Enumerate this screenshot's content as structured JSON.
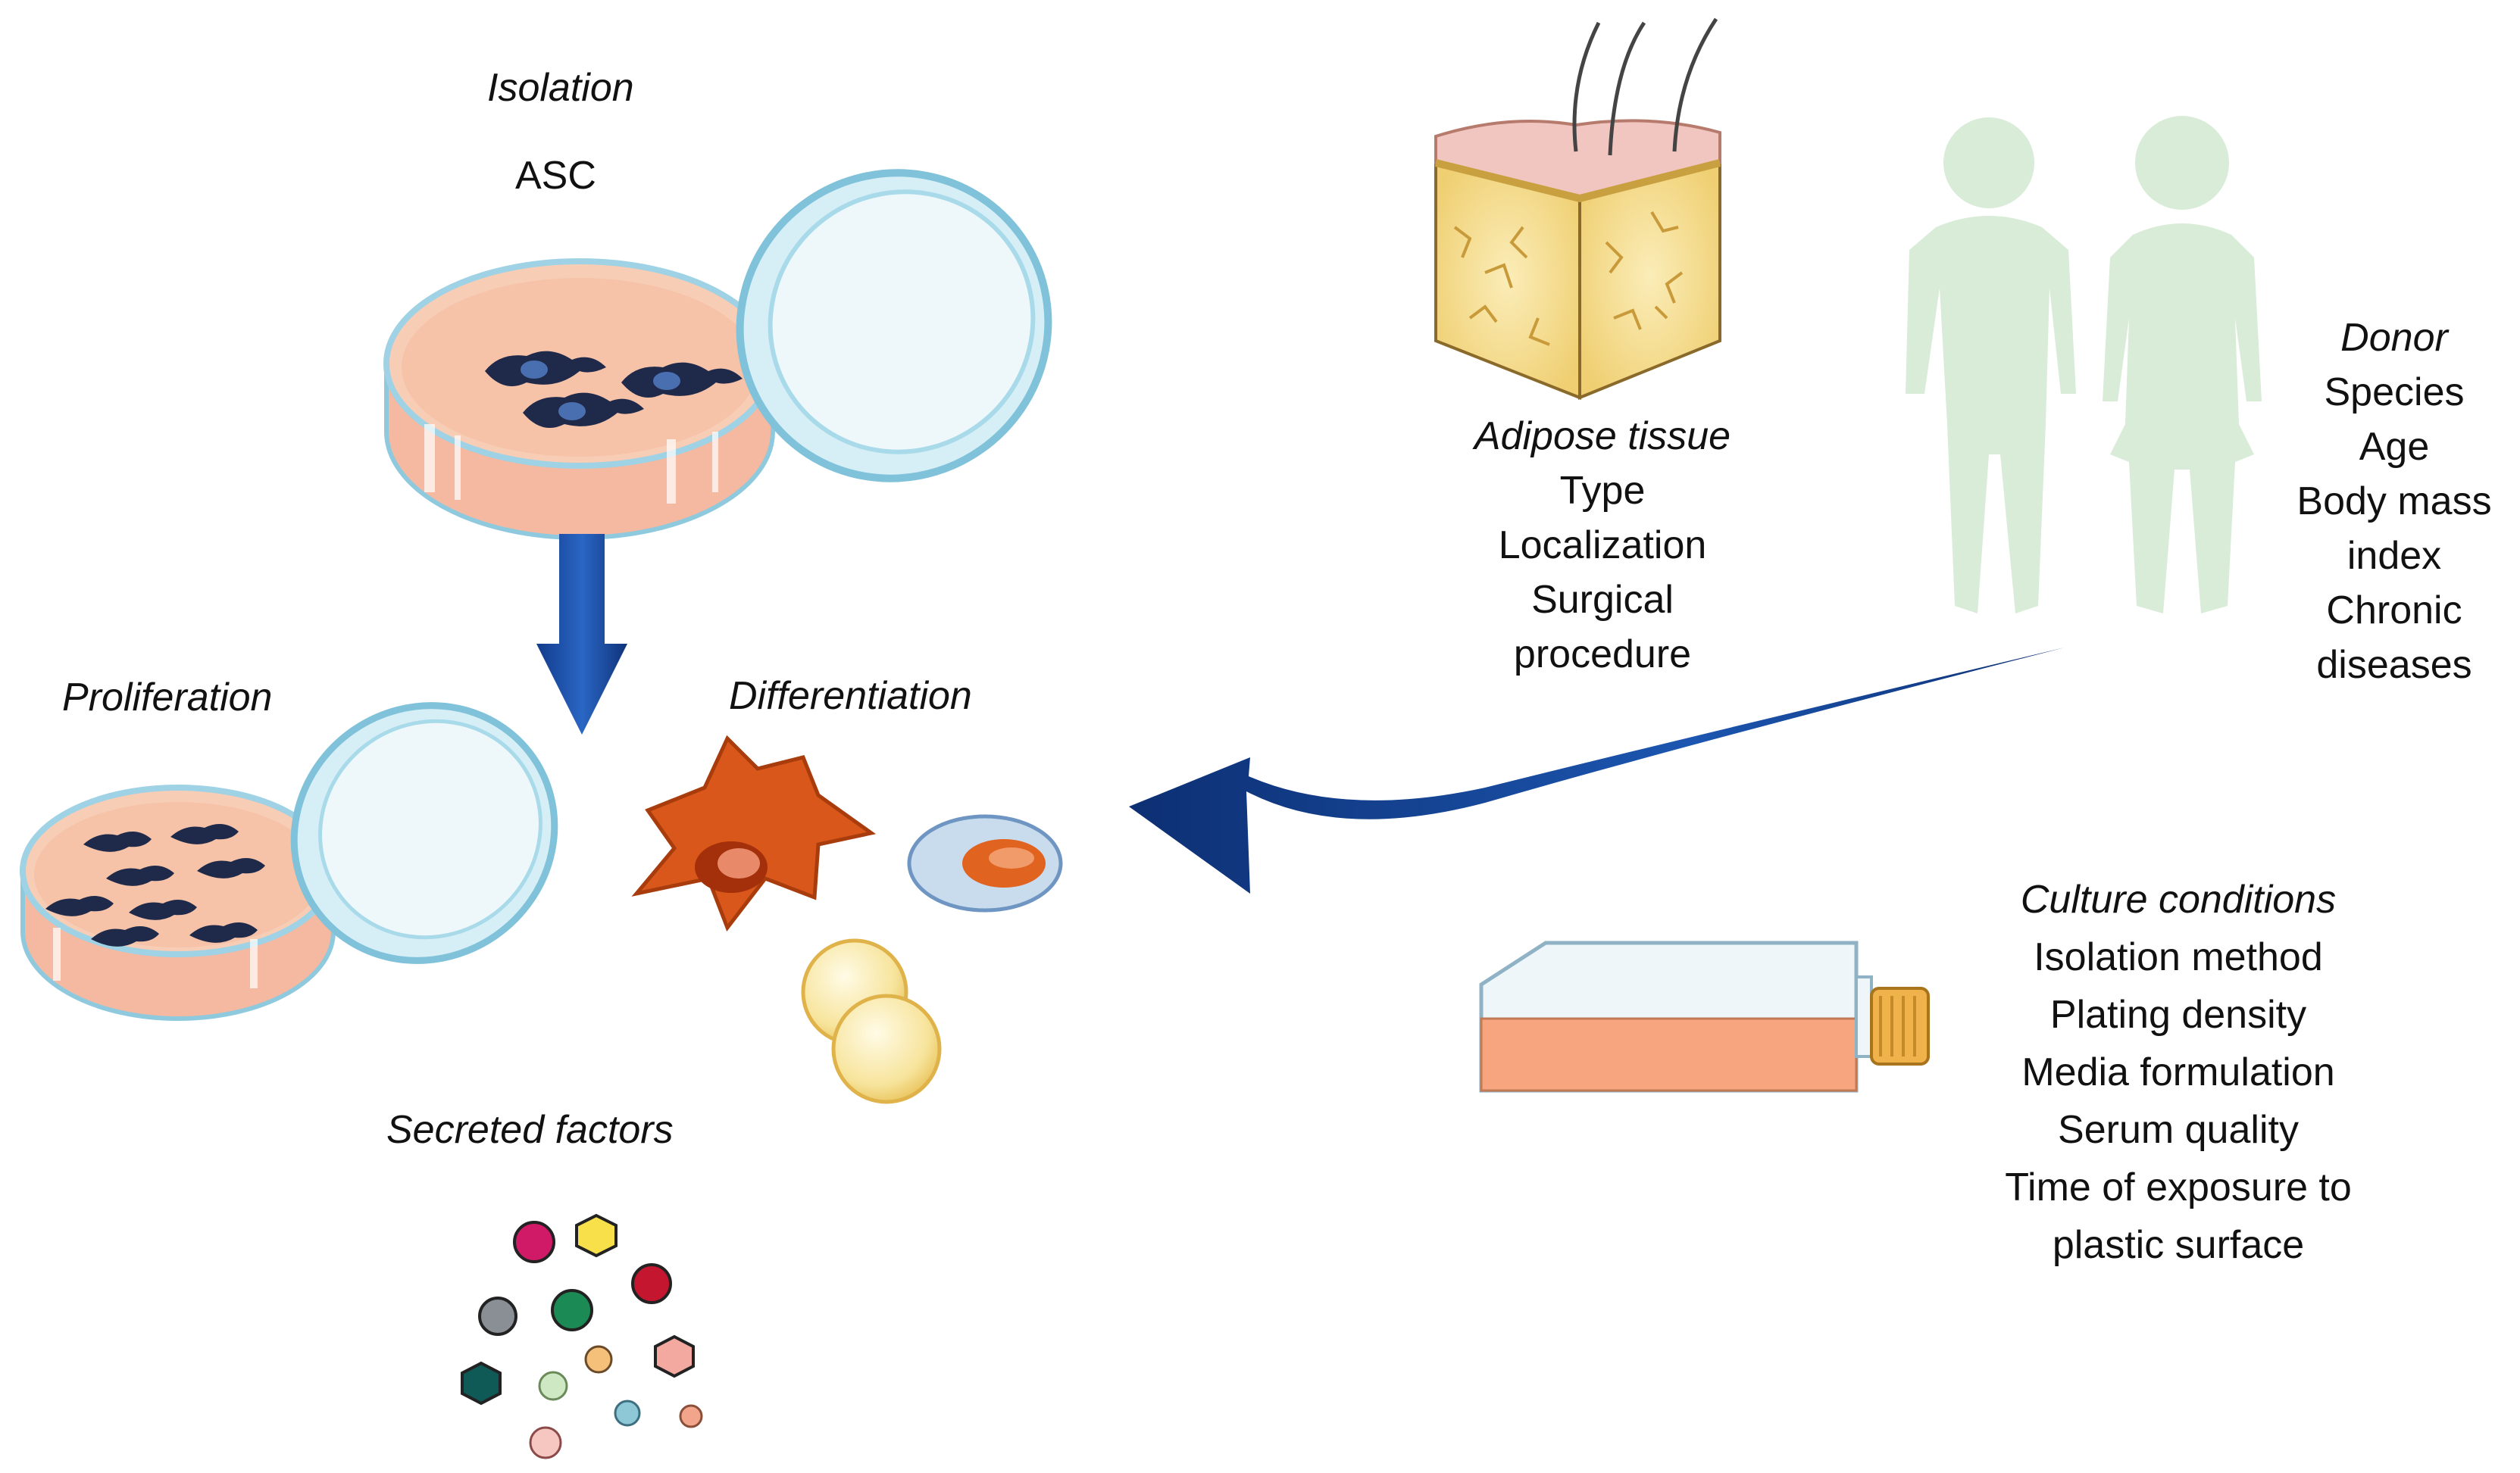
{
  "stages": {
    "isolation": "Isolation",
    "asc": "ASC",
    "proliferation": "Proliferation",
    "differentiation": "Differentiation",
    "secreted_factors": "Secreted factors"
  },
  "adipose": {
    "title": "Adipose tissue",
    "items": [
      "Type",
      "Localization",
      "Surgical",
      "procedure"
    ]
  },
  "donor": {
    "title": "Donor",
    "items": [
      "Species",
      "Age",
      "Body mass",
      "index",
      "Chronic",
      "diseases"
    ]
  },
  "culture": {
    "title": "Culture conditions",
    "items": [
      "Isolation method",
      "Plating density",
      "Media formulation",
      "Serum quality",
      "Time of exposure to",
      "plastic surface"
    ]
  },
  "colors": {
    "arrow_blue": "#0f3a86",
    "dish_medium": "#f6c0a4",
    "lid_blue": "#bfe3f0",
    "silhouette": "#d8ecd8",
    "fat": "#f7e29a",
    "skin": "#f2c6c0",
    "flask_medium": "#f6a57e",
    "cell_orange": "#d9571a"
  }
}
